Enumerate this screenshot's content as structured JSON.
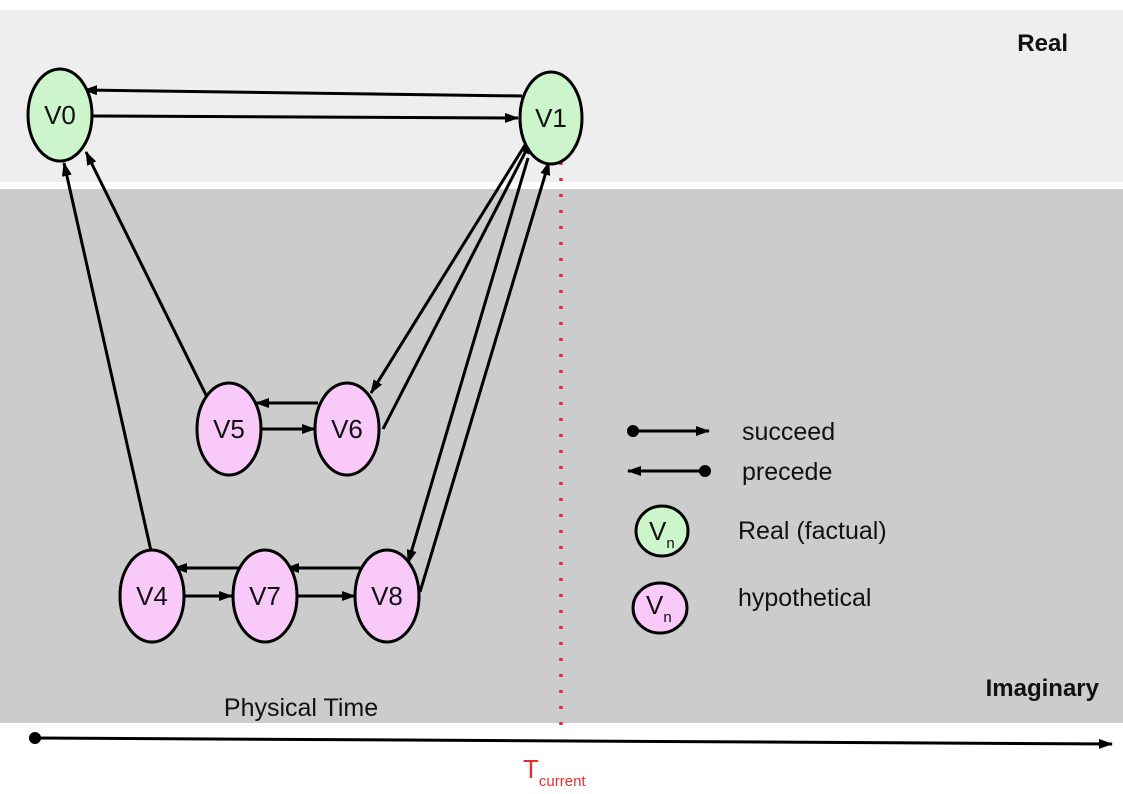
{
  "regions": {
    "real_label": "Real",
    "imaginary_label": "Imaginary"
  },
  "axis": {
    "label": "Physical Time",
    "current_main": "T",
    "current_sub": "current"
  },
  "nodes": [
    {
      "id": "V0",
      "label": "V0",
      "kind": "real"
    },
    {
      "id": "V1",
      "label": "V1",
      "kind": "real"
    },
    {
      "id": "V5",
      "label": "V5",
      "kind": "hypothetical"
    },
    {
      "id": "V6",
      "label": "V6",
      "kind": "hypothetical"
    },
    {
      "id": "V4",
      "label": "V4",
      "kind": "hypothetical"
    },
    {
      "id": "V7",
      "label": "V7",
      "kind": "hypothetical"
    },
    {
      "id": "V8",
      "label": "V8",
      "kind": "hypothetical"
    }
  ],
  "edges": [
    {
      "from": "V1",
      "to": "V0"
    },
    {
      "from": "V0",
      "to": "V1"
    },
    {
      "from": "V5",
      "to": "V0"
    },
    {
      "from": "V4",
      "to": "V0"
    },
    {
      "from": "V1",
      "to": "V6"
    },
    {
      "from": "V6",
      "to": "V1"
    },
    {
      "from": "V1",
      "to": "V8"
    },
    {
      "from": "V8",
      "to": "V1"
    },
    {
      "from": "V6",
      "to": "V5"
    },
    {
      "from": "V5",
      "to": "V6"
    },
    {
      "from": "V7",
      "to": "V4"
    },
    {
      "from": "V4",
      "to": "V7"
    },
    {
      "from": "V8",
      "to": "V7"
    },
    {
      "from": "V7",
      "to": "V8"
    }
  ],
  "legend": {
    "succeed": "succeed",
    "precede": "precede",
    "real": "Real (factual)",
    "hypothetical": "hypothetical",
    "symbol_main": "V",
    "symbol_sub": "n"
  },
  "colors": {
    "real_fill": "#ccf5cc",
    "hyp_fill": "#f9c9f9",
    "real_band": "#eeeeee",
    "imag_band": "#cccccc",
    "current_line": "#e03030",
    "stroke": "#000000"
  }
}
